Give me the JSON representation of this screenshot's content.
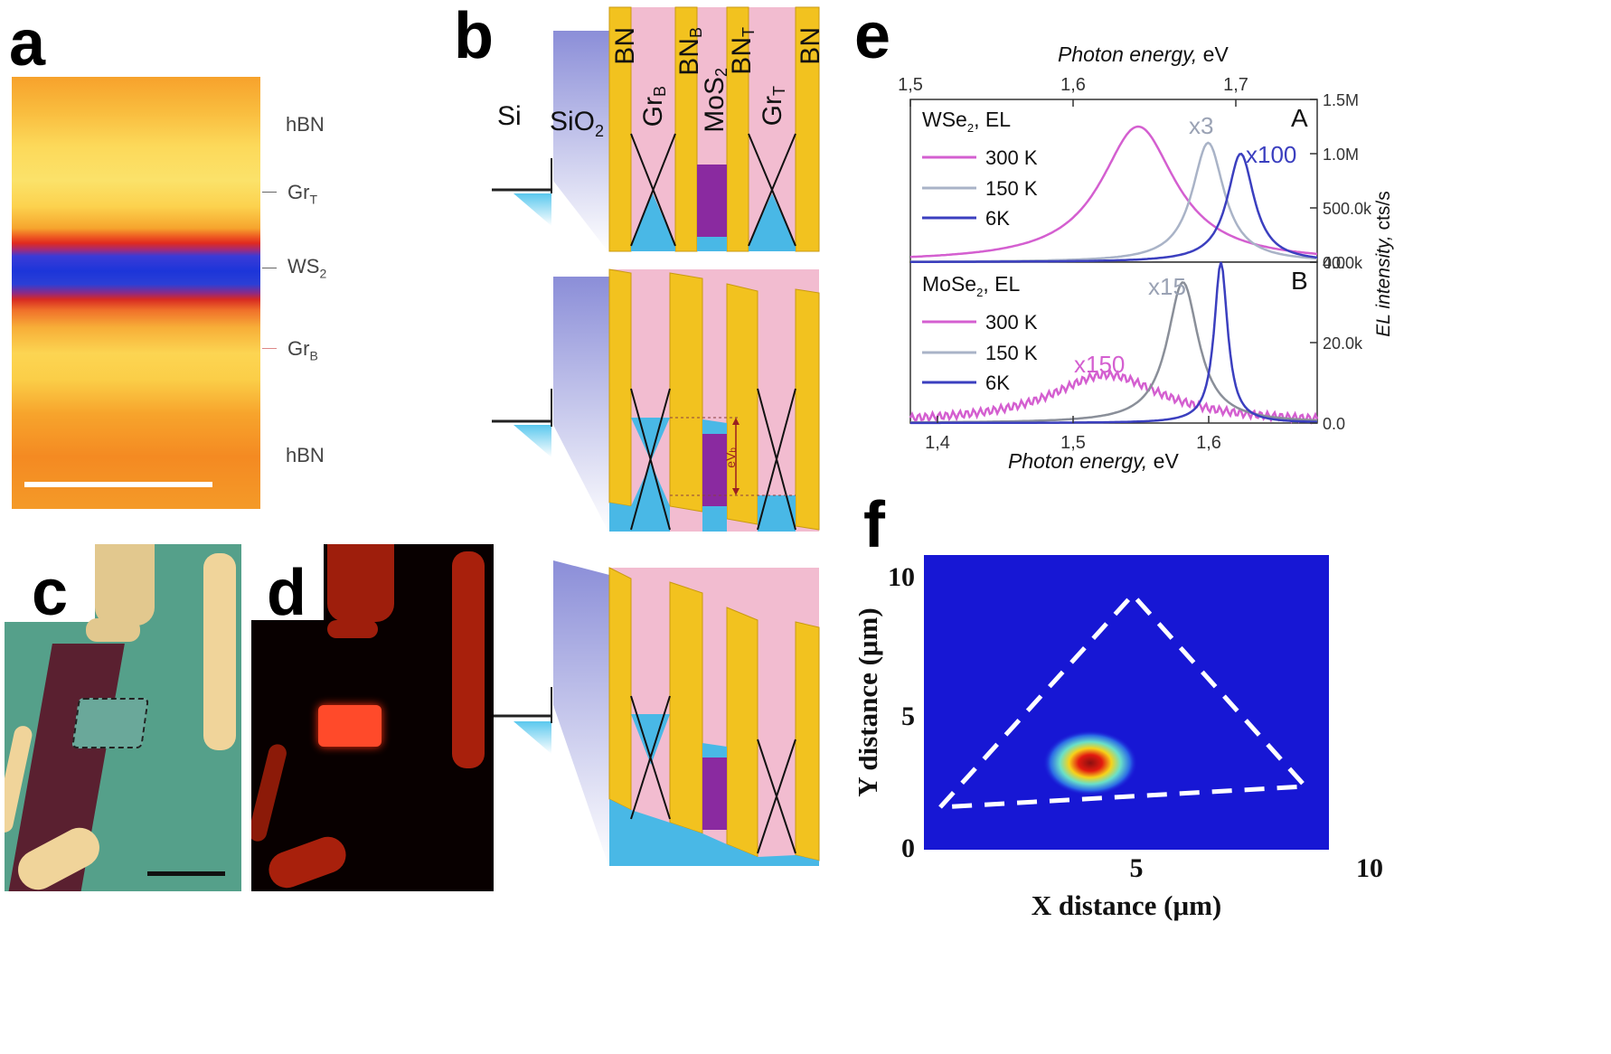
{
  "panels": {
    "a": {
      "label": "a",
      "layers": [
        {
          "name": "hBN"
        },
        {
          "name": "Gr",
          "sub": "T"
        },
        {
          "name": "WS",
          "sub": "2"
        },
        {
          "name": "Gr",
          "sub": "B"
        },
        {
          "name": "hBN"
        }
      ]
    },
    "b": {
      "label": "b",
      "si": "Si",
      "sio2": "SiO",
      "sio2_sub": "2",
      "bn_labels": [
        "BN",
        "BN",
        "BN",
        "BN"
      ],
      "bn_subs": [
        "",
        "B",
        "T",
        ""
      ],
      "gr_b": "Gr",
      "gr_b_sub": "B",
      "mos2": "MoS",
      "mos2_sub": "2",
      "gr_t": "Gr",
      "gr_t_sub": "T",
      "ev_label": "eV",
      "ev_sub": "b"
    },
    "c": {
      "label": "c"
    },
    "d": {
      "label": "d"
    },
    "e": {
      "label": "e",
      "top_axis_label": "Photon energy,",
      "top_axis_unit": " eV",
      "bottom_axis_label": "Photon energy,",
      "bottom_axis_unit": " eV",
      "right_axis_label": "EL intensity,",
      "right_axis_unit": " cts/s"
    },
    "f": {
      "label": "f",
      "xlabel": "X distance (μm)",
      "ylabel": "Y distance (μm)",
      "xticks": [
        "5",
        "10"
      ],
      "yticks": [
        "0",
        "5",
        "10"
      ]
    }
  },
  "chart_data": [
    {
      "type": "line",
      "panel": "A",
      "title_material": "WSe",
      "title_sub": "2",
      "title_suffix": ", EL",
      "x_axis": "top",
      "xlim": [
        1.5,
        1.75
      ],
      "xticks": [
        "1.5",
        "1.6",
        "1.7"
      ],
      "ylim": [
        0,
        1500000
      ],
      "yticks": [
        "0.0",
        "500.0k",
        "1.0M",
        "1.5M"
      ],
      "series": [
        {
          "name": "300 K",
          "color": "#d45fd0",
          "peak_x": 1.64,
          "width": 0.028,
          "peak_y": 1250000
        },
        {
          "name": "150 K",
          "color": "#a9b3c7",
          "peak_x": 1.683,
          "width": 0.012,
          "peak_y": 1100000
        },
        {
          "name": "6K",
          "color": "#3b3fbf",
          "peak_x": 1.703,
          "width": 0.01,
          "peak_y": 1000000
        }
      ],
      "annotations": [
        {
          "text": "x3",
          "color": "#9aa2b4"
        },
        {
          "text": "x100",
          "color": "#3b3fbf"
        }
      ]
    },
    {
      "type": "line",
      "panel": "B",
      "title_material": "MoSe",
      "title_sub": "2",
      "title_suffix": ", EL",
      "x_axis": "bottom",
      "xlim": [
        1.38,
        1.68
      ],
      "xticks": [
        "1.4",
        "1.5",
        "1.6"
      ],
      "ylim": [
        0,
        40000
      ],
      "yticks": [
        "0.0",
        "20.0k",
        "40.0k"
      ],
      "series": [
        {
          "name": "300 K",
          "color": "#d45fd0",
          "peak_x": 1.525,
          "width": 0.05,
          "peak_y": 12000
        },
        {
          "name": "150 K",
          "color": "#8a8f99",
          "peak_x": 1.581,
          "width": 0.014,
          "peak_y": 35000
        },
        {
          "name": "6K",
          "color": "#3b3fbf",
          "peak_x": 1.609,
          "width": 0.006,
          "peak_y": 40000
        }
      ],
      "annotations": [
        {
          "text": "x15",
          "color": "#9aa2b4"
        },
        {
          "text": "x150",
          "color": "#d45fd0"
        }
      ]
    }
  ]
}
